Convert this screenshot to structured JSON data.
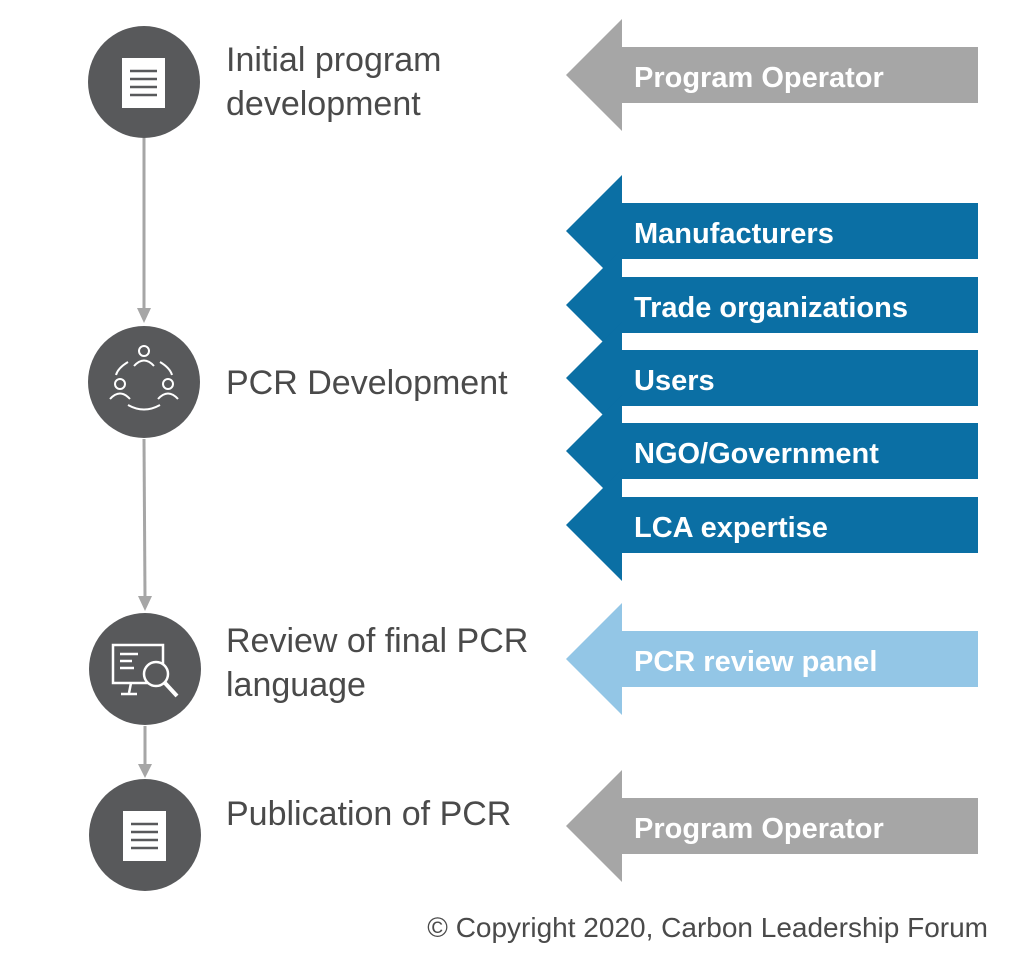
{
  "steps": [
    {
      "label": "Initial program development",
      "icon": "document-icon"
    },
    {
      "label": "PCR Development",
      "icon": "people-network-icon"
    },
    {
      "label": "Review of final PCR language",
      "icon": "monitor-magnifier-icon"
    },
    {
      "label": "Publication of PCR",
      "icon": "document-icon"
    }
  ],
  "participants": [
    {
      "label": "Program Operator",
      "color": "#a6a6a6"
    },
    {
      "label": "Manufacturers",
      "color": "#0b6fa4"
    },
    {
      "label": "Trade organizations",
      "color": "#0b6fa4"
    },
    {
      "label": "Users",
      "color": "#0b6fa4"
    },
    {
      "label": "NGO/Government",
      "color": "#0b6fa4"
    },
    {
      "label": "LCA expertise",
      "color": "#0b6fa4"
    },
    {
      "label": "PCR review panel",
      "color": "#93c6e6"
    },
    {
      "label": "Program Operator",
      "color": "#a6a6a6"
    }
  ],
  "colors": {
    "circle": "#58595b",
    "connector": "#a6a6a6",
    "text": "#4a4a4a"
  },
  "copyright": "© Copyright 2020, Carbon Leadership Forum"
}
